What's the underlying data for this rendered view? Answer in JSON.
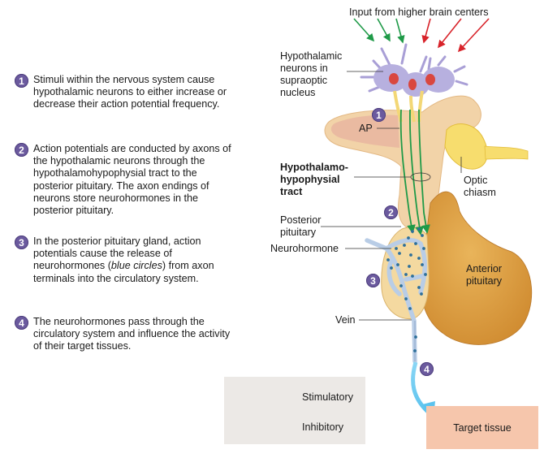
{
  "steps": [
    {
      "number": "1",
      "text": "Stimuli within the nervous system cause hypothalamic neurons to either increase or decrease their action potential frequency."
    },
    {
      "number": "2",
      "text": "Action potentials are conducted by axons of the hypothalamic neurons through the hypothalamohypophysial tract to the posterior pituitary. The axon endings of neurons store neurohormones in the posterior pituitary."
    },
    {
      "number": "3",
      "text_before": "In the posterior pituitary gland, action potentials cause the release of neurohormones (",
      "text_italic": "blue circles",
      "text_after": ") from axon terminals into the circulatory system."
    },
    {
      "number": "4",
      "text": "The neurohormones pass through the circulatory system and influence the activity of their target tissues."
    }
  ],
  "labels": {
    "input": "Input from higher brain centers",
    "hypothalamic_neurons": [
      "Hypothalamic",
      "neurons in",
      "supraoptic",
      "nucleus"
    ],
    "ap": "AP",
    "tract": [
      "Hypothalamo-",
      "hypophysial",
      "tract"
    ],
    "optic_chiasm": [
      "Optic",
      "chiasm"
    ],
    "posterior_pituitary": [
      "Posterior",
      "pituitary"
    ],
    "neurohormone": "Neurohormone",
    "anterior_pituitary": [
      "Anterior",
      "pituitary"
    ],
    "vein": "Vein",
    "target_tissue": "Target tissue"
  },
  "diagram_badges": [
    "1",
    "2",
    "3",
    "4"
  ],
  "legend": {
    "items": [
      {
        "label": "Stimulatory",
        "color": "#1f9a48"
      },
      {
        "label": "Inhibitory",
        "color": "#d8232a"
      }
    ]
  },
  "colors": {
    "badge": "#6b5a9e",
    "stimulatory": "#1f9a48",
    "inhibitory": "#d8232a",
    "neuron": "#b7b0df",
    "nucleus": "#d9473f",
    "hypothalamus": "#f2d3a8",
    "ap_region": "#e9b7a0",
    "anterior_pituitary": "#e0a247",
    "posterior_pituitary": "#f4d9a0",
    "optic_chiasm": "#f7dd6e",
    "vein": "#b9cde6",
    "neurohormone_dot": "#2d6f9a",
    "blood_flow": "#5cc3ee",
    "target_tissue": "#f6c6ac",
    "legend_bg": "#ece9e6"
  }
}
